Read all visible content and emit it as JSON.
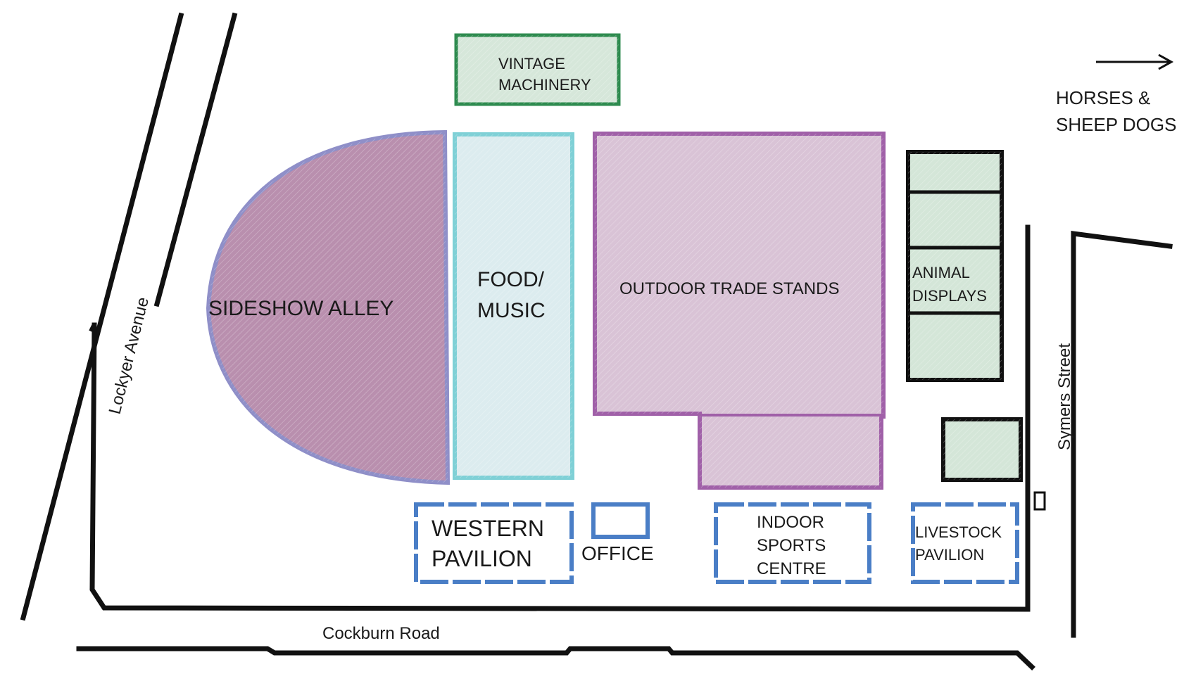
{
  "map": {
    "colors": {
      "road": "#111111",
      "green_border": "#2e8b4f",
      "green_fill": "#d6e7da",
      "teal_border": "#7fd0d6",
      "teal_fill": "#dcecef",
      "purple_border": "#a060a8",
      "purple_fill": "#d9c3d6",
      "alley_border": "#8f8fc8",
      "alley_fill": "#b98fae",
      "blue_border": "#4a7ec6",
      "animal_border": "#111111",
      "animal_fill": "#d4e6d8"
    },
    "areas": {
      "vintage_machinery": [
        "VINTAGE",
        "MACHINERY"
      ],
      "sideshow_alley": "SIDESHOW ALLEY",
      "food_music": [
        "FOOD/",
        "MUSIC"
      ],
      "outdoor_trade_stands": "OUTDOOR TRADE STANDS",
      "animal_displays": [
        "ANIMAL",
        "DISPLAYS"
      ],
      "horses_sheep_dogs": [
        "HORSES &",
        "SHEEP DOGS"
      ]
    },
    "buildings": {
      "western_pavilion": [
        "WESTERN",
        "PAVILION"
      ],
      "office": "OFFICE",
      "indoor_sports_centre": [
        "INDOOR",
        "SPORTS",
        "CENTRE"
      ],
      "livestock_pavilion": [
        "LIVESTOCK",
        "PAVILION"
      ]
    },
    "streets": {
      "lockyer_avenue": "Lockyer Avenue",
      "cockburn_road": "Cockburn Road",
      "symers_street": "Symers Street"
    },
    "icons": {
      "direction_arrow": "arrow-right-icon"
    }
  }
}
